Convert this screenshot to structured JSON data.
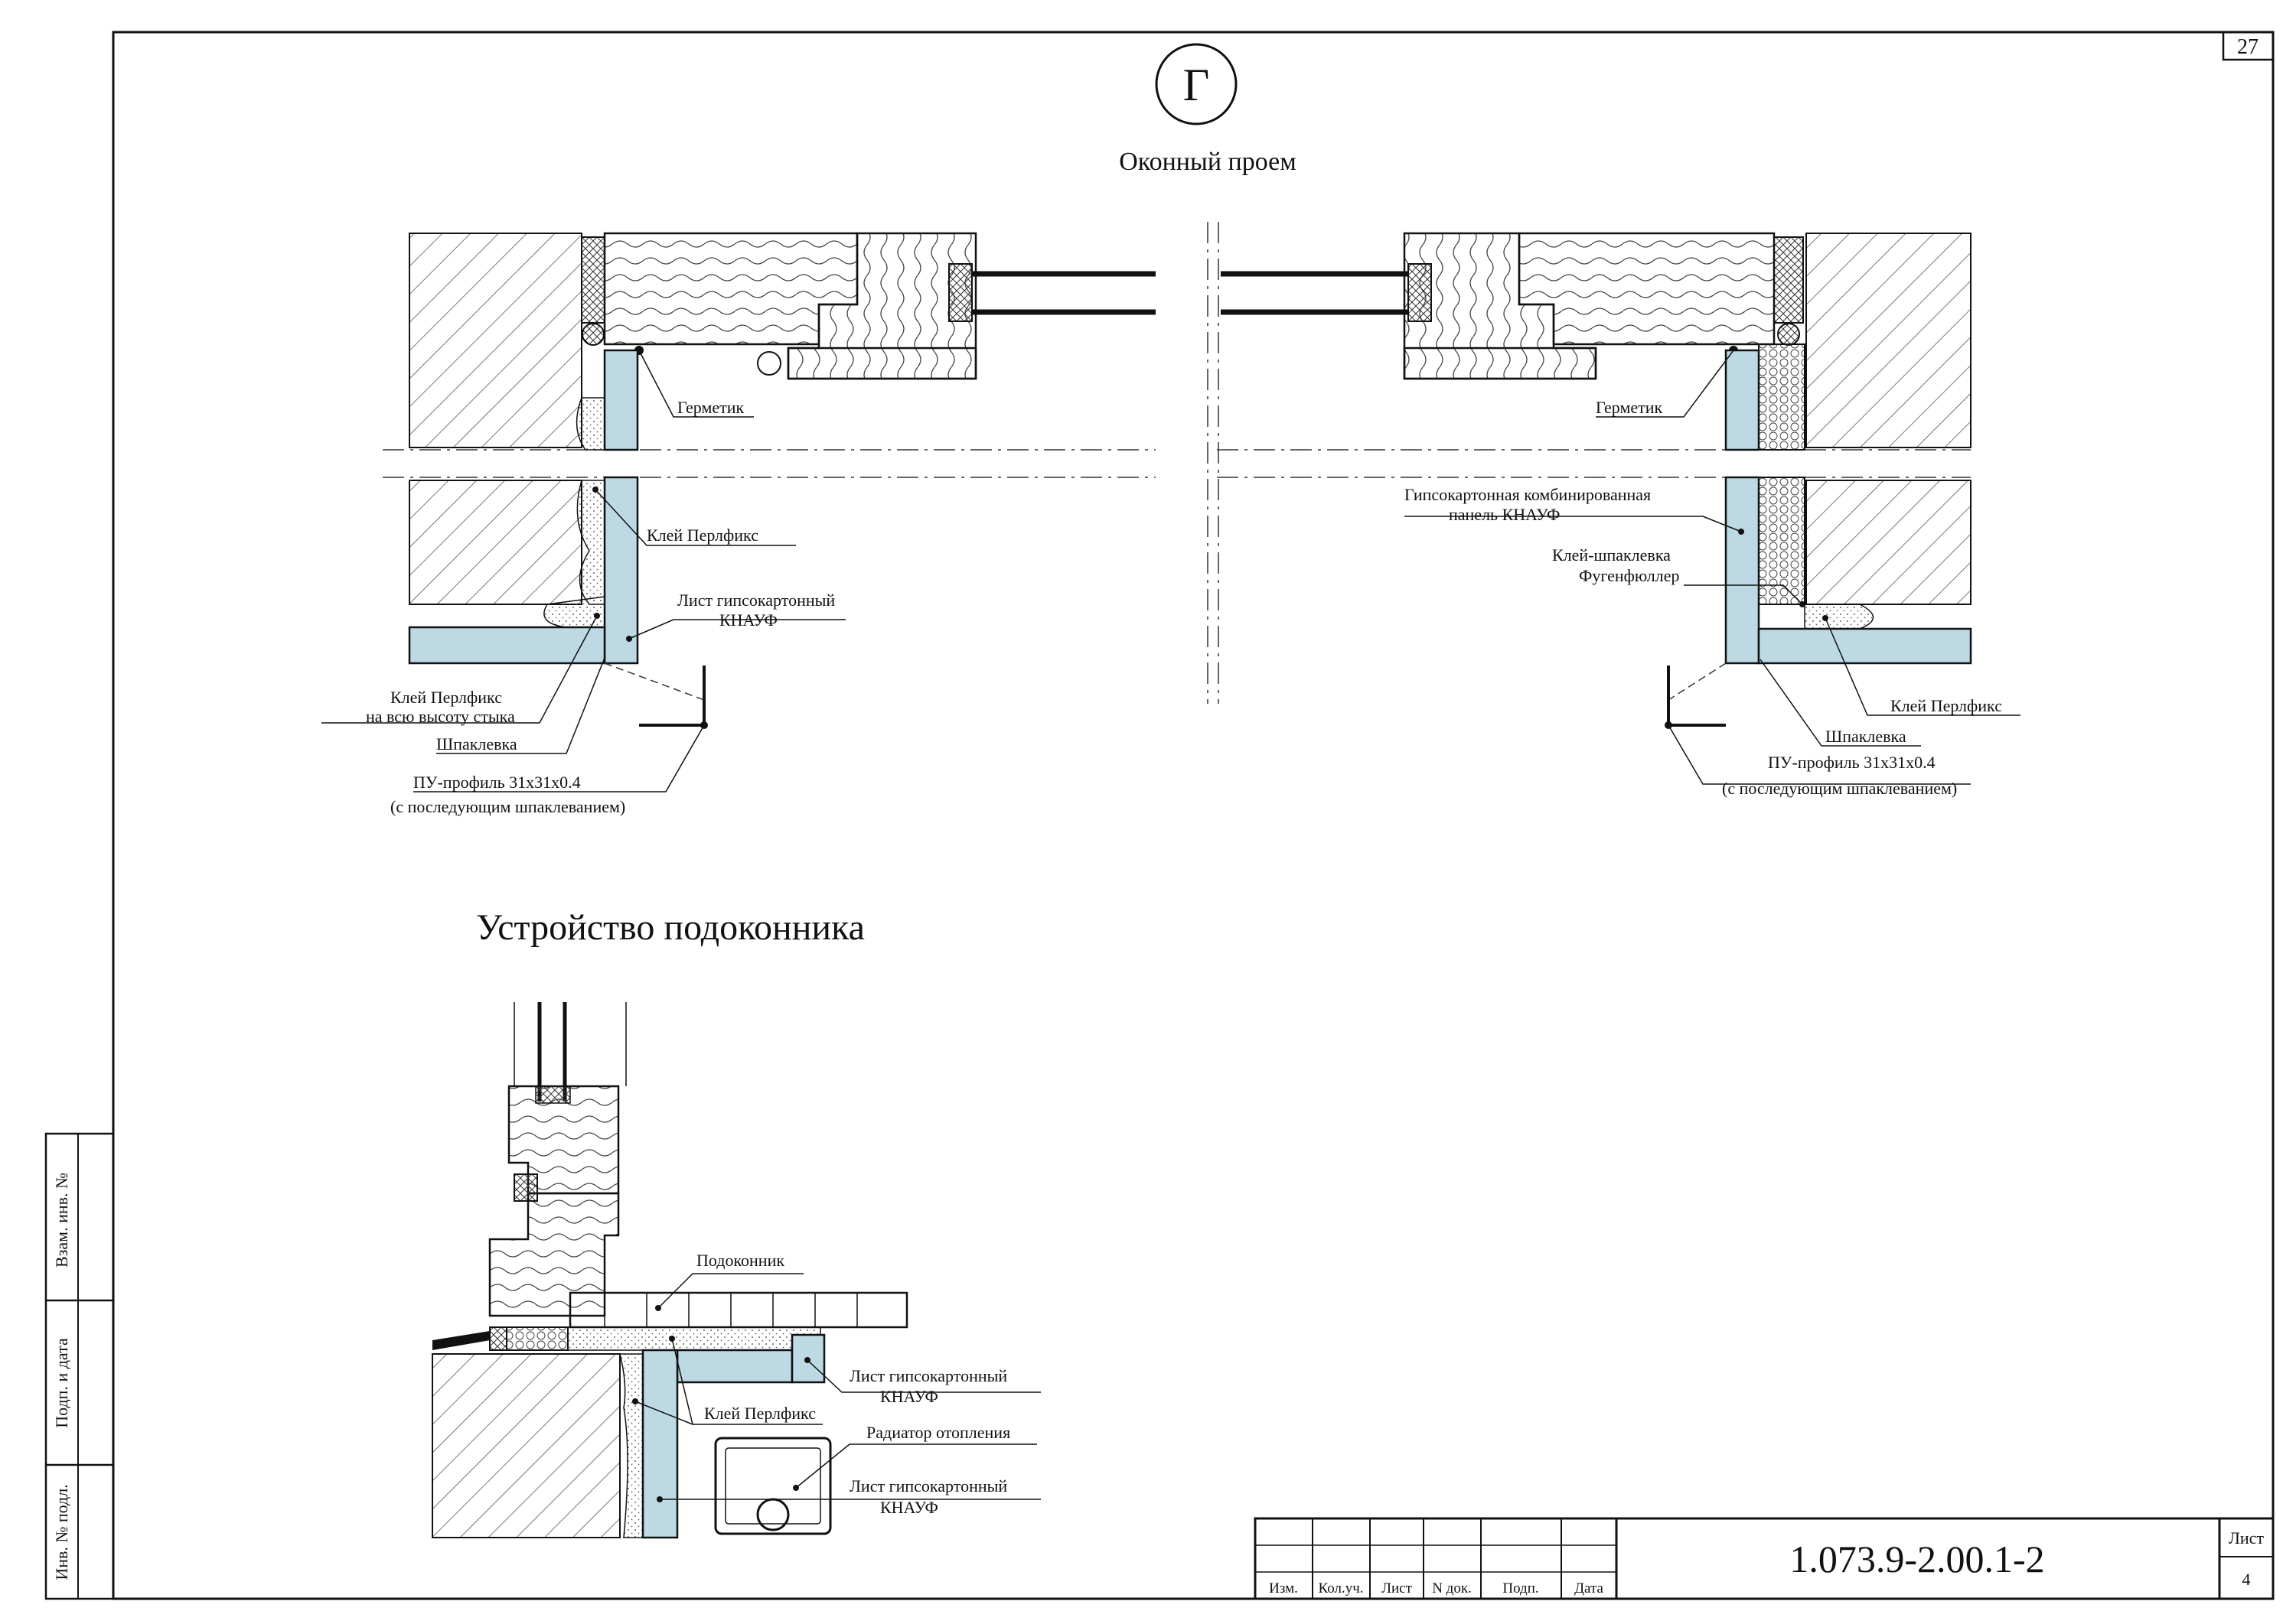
{
  "sheet": {
    "page_number": "27",
    "marker_letter": "Г",
    "section_title": "Оконный проем",
    "sill_title": "Устройство подоконника",
    "designation": "1.073.9-2.00.1-2",
    "sheet_label": "Лист",
    "sheet_number": "4"
  },
  "side_stamp": {
    "vzam": "Взам. инв. №",
    "podp": "Подп. и дата",
    "inv": "Инв. № подл."
  },
  "stamp_columns": [
    "Изм.",
    "Кол.уч.",
    "Лист",
    "N док.",
    "Подп.",
    "Дата"
  ],
  "left_labels": {
    "germetik": "Герметик",
    "klei": "Клей Перлфикс",
    "list_1": "Лист гипсокартонный",
    "list_2": "КНАУФ",
    "klei_full_1": "Клей Перлфикс",
    "klei_full_2": "на всю высоту стыка",
    "shpaklevka": "Шпаклевка",
    "profile_1": "ПУ-профиль 31х31х0.4",
    "profile_2": "(с последующим шпаклеванием)"
  },
  "right_labels": {
    "germetik": "Герметик",
    "panel_1": "Гипсокартонная комбинированная",
    "panel_2": "панель  КНАУФ",
    "fugen_1": "Клей-шпаклевка",
    "fugen_2": "Фугенфюллер",
    "klei": "Клей Перлфикс",
    "shpaklevka": "Шпаклевка",
    "profile_1": "ПУ-профиль 31х31х0.4",
    "profile_2": "(с последующим шпаклеванием)"
  },
  "sill_labels": {
    "podokonnik": "Подоконник",
    "list_top_1": "Лист гипсокартонный",
    "list_top_2": "КНАУФ",
    "klei": "Клей Перлфикс",
    "radiator": "Радиатор отопления",
    "list_bot_1": "Лист гипсокартонный",
    "list_bot_2": "КНАУФ"
  },
  "colors": {
    "gypsum_board": "#bcd9e4",
    "line": "#111111",
    "hatch": "#555555",
    "background": "#ffffff"
  }
}
